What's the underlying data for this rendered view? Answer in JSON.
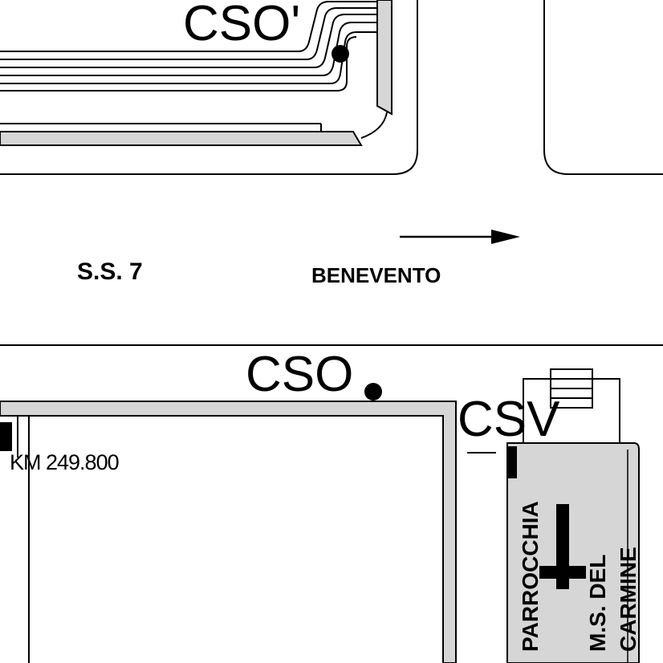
{
  "labels": {
    "cso_top": "CSO'",
    "road_name": "S.S. 7",
    "direction": "BENEVENTO",
    "cso_bottom": "CSO",
    "csv": "CSV",
    "km_marker": "KM 249.800",
    "church_line1": "PARROCCHIA",
    "church_line2": "M.S. DEL",
    "church_line3": "CARMINE"
  },
  "icons": {
    "direction_arrow": "arrow-right-icon",
    "church_cross": "cross-icon",
    "marker_dot": "dot-icon"
  },
  "colors": {
    "line": "#000000",
    "fill_gray": "#d6d6d6",
    "background": "#ffffff"
  }
}
